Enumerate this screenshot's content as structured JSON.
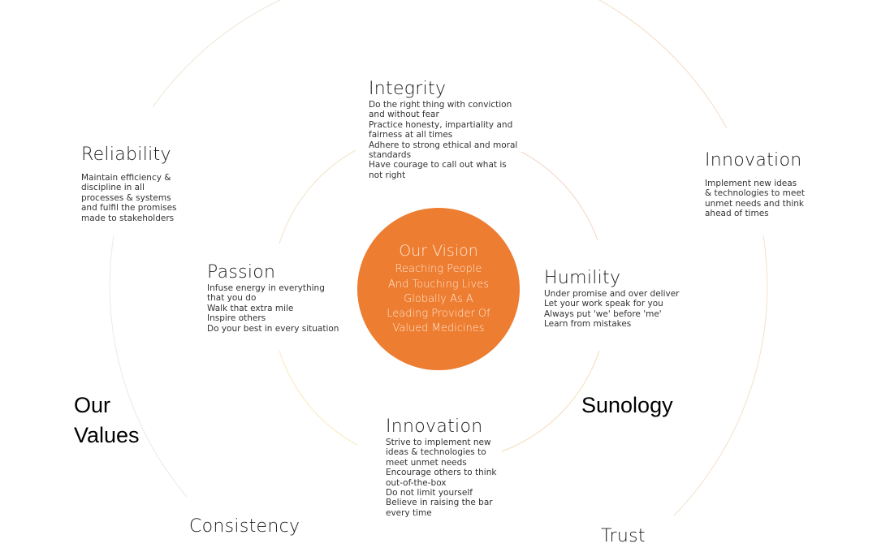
{
  "vision": {
    "title": "Our Vision",
    "lines": [
      "Reaching People",
      "And Touching Lives",
      "Globally As A",
      "Leading Provider Of",
      "Valued Medicines"
    ],
    "color": "#ED7D31"
  },
  "labels": {
    "our": "Our",
    "values": "Values",
    "sunology": "Sunology"
  },
  "values": {
    "integrity": {
      "title": "Integrity",
      "items": [
        "Do the right thing with conviction",
        "and without fear",
        "Practice honesty, impartiality and",
        "fairness at all times",
        "Adhere to strong ethical and moral",
        "standards",
        "Have courage to call out what is",
        "not right"
      ]
    },
    "passion": {
      "title": "Passion",
      "items": [
        "Infuse energy in everything",
        "that you do",
        "Walk that extra mile",
        "Inspire others",
        "Do your best in every situation"
      ]
    },
    "humility": {
      "title": "Humility",
      "items": [
        "Under promise and over deliver",
        "Let your work speak for you",
        "Always put 'we' before 'me'",
        "Learn from mistakes"
      ]
    },
    "innovation_inner": {
      "title": "Innovation",
      "items": [
        "Strive to implement new",
        "ideas & technologies to",
        "meet unmet needs",
        "Encourage others to think",
        "out-of-the-box",
        "Do not limit yourself",
        "Believe in raising the bar",
        "every time"
      ]
    },
    "reliability": {
      "title": "Reliability",
      "items": [
        "Maintain efficiency &",
        "discipline in all",
        "processes & systems",
        "and fulfil the promises",
        "made to stakeholders"
      ]
    },
    "innovation_outer": {
      "title": "Innovation",
      "items": [
        "Implement new ideas",
        "& technologies to meet",
        "unmet needs and think",
        "ahead of times"
      ]
    },
    "consistency": {
      "title": "Consistency"
    },
    "trust": {
      "title": "Trust"
    }
  }
}
